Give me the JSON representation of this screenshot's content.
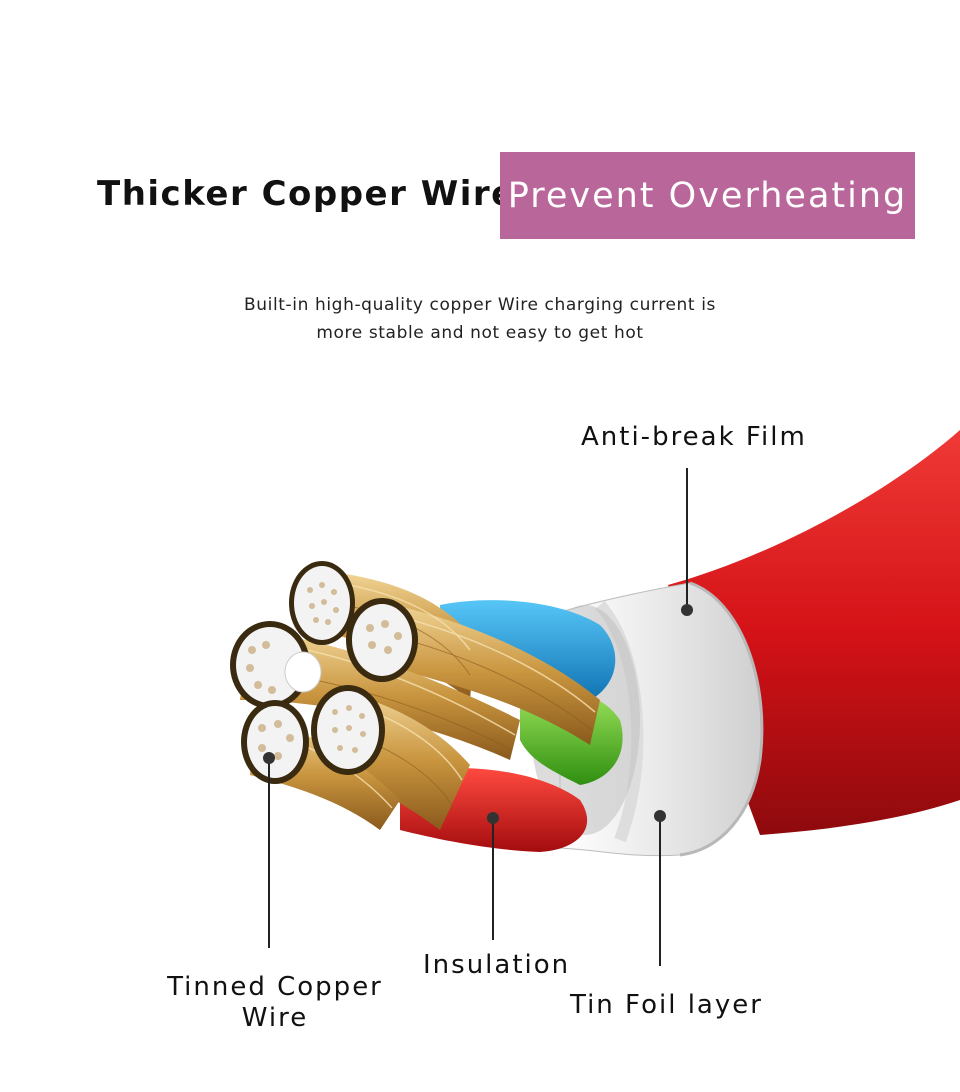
{
  "header": {
    "title": "Thicker Copper Wire",
    "badge": "Prevent Overheating",
    "description_line1": "Built-in high-quality copper Wire charging current is",
    "description_line2": "more stable and not easy to get hot"
  },
  "labels": {
    "anti_break": "Anti-break Film",
    "insulation": "Insulation",
    "tin_foil": "Tin Foil layer",
    "tinned_copper_line1": "Tinned Copper",
    "tinned_copper_line2": "Wire"
  },
  "colors": {
    "badge": "#b9669a",
    "jacket": "#d41217",
    "copper": "#d8b060",
    "blue_core": "#1aa3e6",
    "green_core": "#4cc620",
    "foil": "#f2f2f2"
  }
}
